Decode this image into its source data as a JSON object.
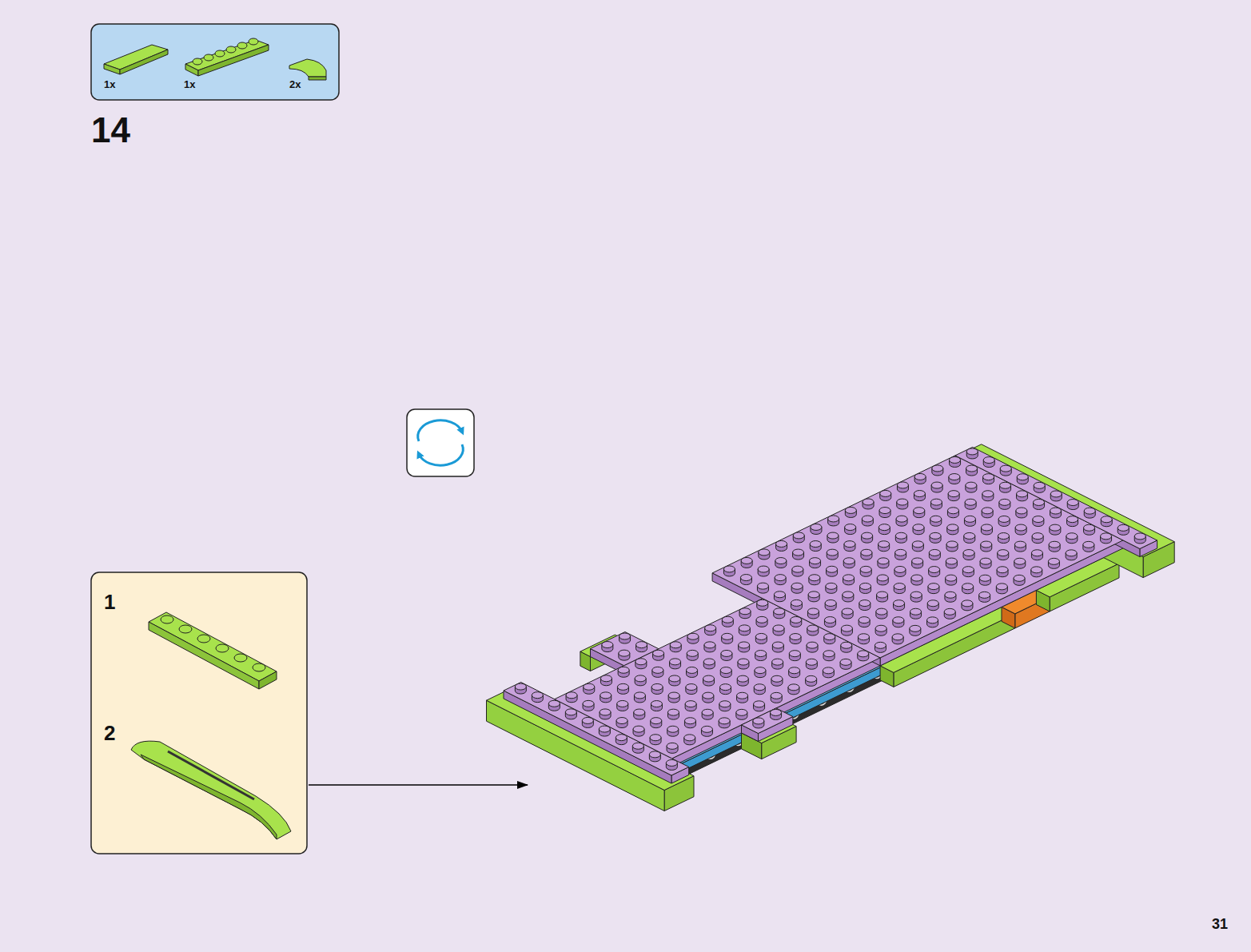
{
  "diagram": {
    "nodes": [
      {
        "text": [
          "1x",
          "1x",
          "2x"
        ]
      },
      {
        "text": [
          "1",
          "2"
        ]
      }
    ],
    "labels": [
      "14",
      "31"
    ]
  }
}
